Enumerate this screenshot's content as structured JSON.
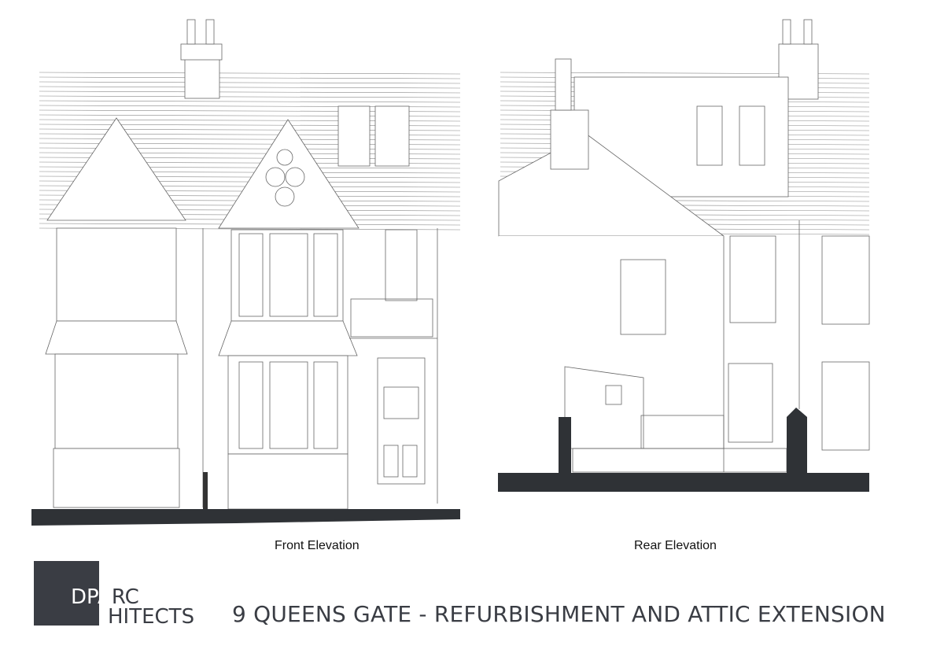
{
  "drawings": [
    {
      "label": "Front Elevation"
    },
    {
      "label": "Rear Elevation"
    }
  ],
  "logo": {
    "line1_inside": "DPA",
    "line1_outside": "RC",
    "line2": "HITECTS",
    "brand": "DPARCHITECTS"
  },
  "title": "9 QUEENS GATE - REFURBISHMENT AND ATTIC EXTENSION",
  "colors": {
    "ink": "#3a3d44",
    "line": "#555555"
  }
}
